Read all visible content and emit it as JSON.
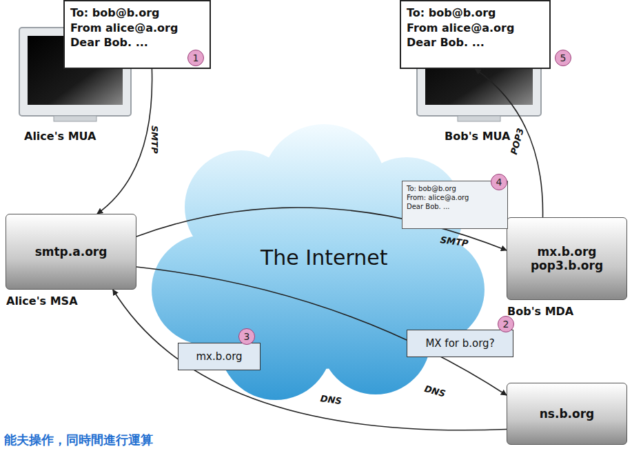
{
  "diagram": {
    "nodes": [
      {
        "text": [
          "To: bob@b.org",
          "From alice@a.org",
          "Dear Bob. ..."
        ]
      },
      {
        "text": [
          "To: bob@b.org",
          "From alice@a.org",
          "Dear Bob. ..."
        ]
      },
      {
        "text": [
          "smtp.a.org",
          "Alice's MSA"
        ]
      },
      {
        "text": [
          "mx.b.org",
          "pop3.b.org",
          "Bob's MDA"
        ]
      },
      {
        "text": [
          "ns.b.org"
        ]
      },
      {
        "text": [
          "To: bob@b.org",
          "From: alice@a.org",
          "Dear Bob. ..."
        ]
      },
      {
        "text": [
          "MX for b.org?"
        ]
      },
      {
        "text": [
          "mx.b.org"
        ]
      }
    ],
    "edges": [
      {
        "from": 0,
        "to": 2,
        "arrow": "to",
        "label": "SMTP"
      },
      {
        "from": 2,
        "to": 3,
        "arrow": "to",
        "label": "SMTP"
      },
      {
        "from": 2,
        "to": 4,
        "arrow": "to",
        "label": "DNS"
      },
      {
        "from": 4,
        "to": 2,
        "arrow": "to",
        "label": "DNS"
      },
      {
        "from": 3,
        "to": 1,
        "arrow": "to",
        "label": "POP3"
      }
    ],
    "labels": [
      "Alice's MUA",
      "Bob's MUA",
      "1",
      "2",
      "3",
      "4",
      "5",
      "The Internet",
      "能夫操作，同時間進行運算"
    ]
  }
}
